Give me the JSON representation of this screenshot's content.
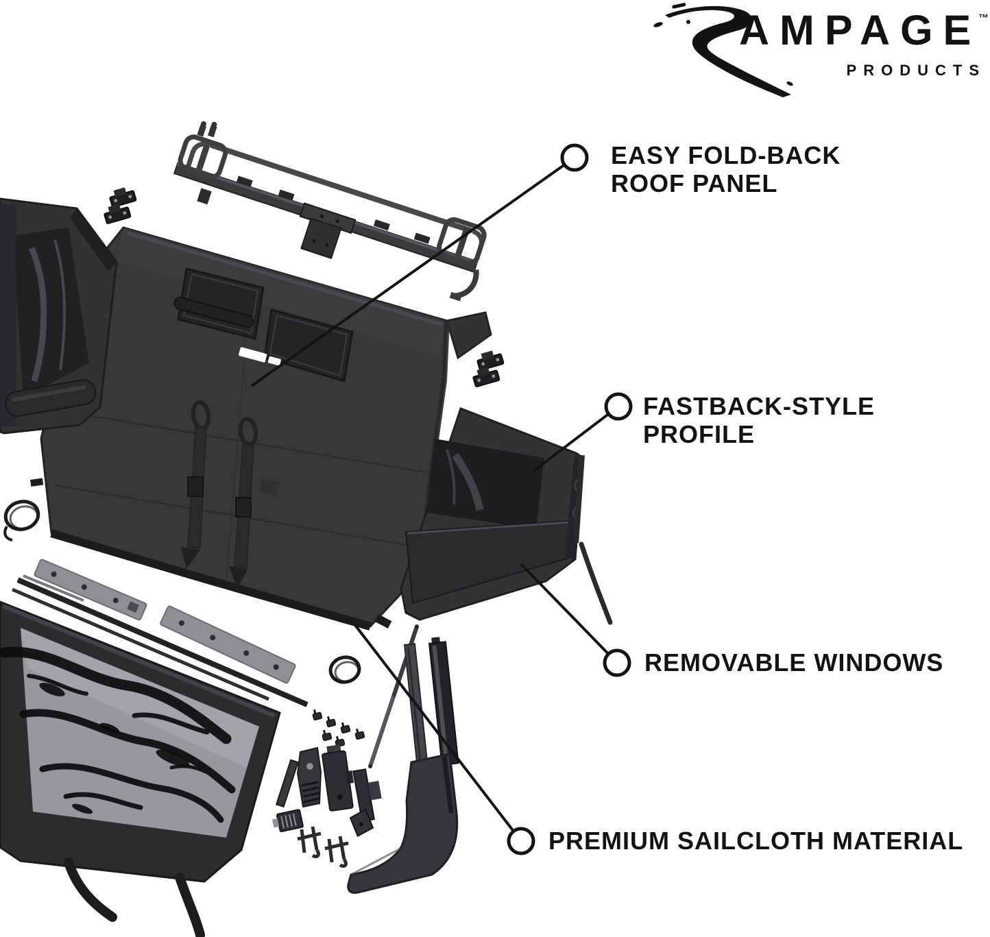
{
  "brand": {
    "word": "RAMPAGE",
    "word_tail": "AMPAGE",
    "trademark": "™",
    "subtitle": "PRODUCTS"
  },
  "callouts": [
    {
      "id": "roof-panel",
      "label": "EASY FOLD-BACK\nROOF PANEL"
    },
    {
      "id": "fastback-profile",
      "label": "FASTBACK-STYLE PROFILE"
    },
    {
      "id": "removable-windows",
      "label": "REMOVABLE WINDOWS"
    },
    {
      "id": "sailcloth",
      "label": "PREMIUM SAILCLOTH MATERIAL"
    }
  ],
  "colors": {
    "background": "#ffffff",
    "ink": "#131315",
    "fabric": "#38383a",
    "fabric_edge": "#1d1d1f",
    "glass": "#1e1e20",
    "vinyl": "#96989b",
    "metal": "#3f3f42",
    "plate_gray": "#8e9093"
  }
}
